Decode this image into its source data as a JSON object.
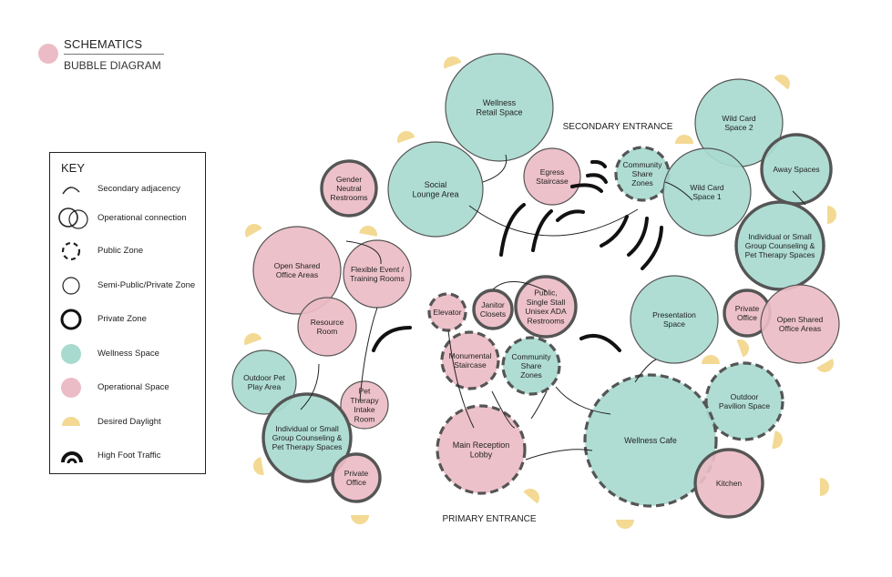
{
  "header": {
    "title": "SCHEMATICS",
    "subtitle": "BUBBLE DIAGRAM"
  },
  "key": {
    "title": "KEY",
    "items": [
      {
        "id": "secondary-adjacency",
        "label": "Secondary adjacency"
      },
      {
        "id": "operational-connection",
        "label": "Operational connection"
      },
      {
        "id": "public-zone",
        "label": "Public Zone"
      },
      {
        "id": "semi-public-zone",
        "label": "Semi-Public/Private Zone"
      },
      {
        "id": "private-zone",
        "label": "Private Zone"
      },
      {
        "id": "wellness-space",
        "label": "Wellness Space"
      },
      {
        "id": "operational-space",
        "label": "Operational Space"
      },
      {
        "id": "desired-daylight",
        "label": "Desired Daylight"
      },
      {
        "id": "high-foot-traffic",
        "label": "High Foot Traffic"
      }
    ]
  },
  "colors": {
    "wellness": "#a8dacf",
    "operational": "#ecbcc6",
    "daylight": "#f3d993",
    "stroke": "#555555"
  },
  "entrances": {
    "secondary": "SECONDARY ENTRANCE",
    "primary": "PRIMARY ENTRANCE"
  },
  "spaces": [
    {
      "id": "wellness-retail",
      "lines": [
        "Wellness",
        "Retail Space"
      ],
      "type": "wellness",
      "zone": "semi"
    },
    {
      "id": "social-lounge",
      "lines": [
        "Social",
        "Lounge Area"
      ],
      "type": "wellness",
      "zone": "semi"
    },
    {
      "id": "gender-neutral",
      "lines": [
        "Gender",
        "Neutral",
        "Restrooms"
      ],
      "type": "operational",
      "zone": "private"
    },
    {
      "id": "egress-stair",
      "lines": [
        "Egress",
        "Staircase"
      ],
      "type": "operational",
      "zone": "semi"
    },
    {
      "id": "community-share-top",
      "lines": [
        "Community",
        "Share",
        "Zones"
      ],
      "type": "wellness",
      "zone": "public"
    },
    {
      "id": "wild-card-2",
      "lines": [
        "Wild Card",
        "Space 2"
      ],
      "type": "wellness",
      "zone": "semi"
    },
    {
      "id": "wild-card-1",
      "lines": [
        "Wild Card",
        "Space 1"
      ],
      "type": "wellness",
      "zone": "semi"
    },
    {
      "id": "away-spaces",
      "lines": [
        "Away Spaces"
      ],
      "type": "wellness",
      "zone": "private"
    },
    {
      "id": "counseling-right",
      "lines": [
        "Individual or Small",
        "Group Counseling &",
        "Pet Therapy Spaces"
      ],
      "type": "wellness",
      "zone": "private"
    },
    {
      "id": "open-office-left",
      "lines": [
        "Open Shared",
        "Office Areas"
      ],
      "type": "operational",
      "zone": "semi"
    },
    {
      "id": "flexible-event",
      "lines": [
        "Flexible Event /",
        "Training Rooms"
      ],
      "type": "operational",
      "zone": "semi"
    },
    {
      "id": "resource-room",
      "lines": [
        "Resource",
        "Room"
      ],
      "type": "operational",
      "zone": "semi"
    },
    {
      "id": "elevator",
      "lines": [
        "Elevator"
      ],
      "type": "operational",
      "zone": "public"
    },
    {
      "id": "janitor",
      "lines": [
        "Janitor",
        "Closets"
      ],
      "type": "operational",
      "zone": "private"
    },
    {
      "id": "public-restrooms",
      "lines": [
        "Public,",
        "Single Stall",
        "Unisex ADA",
        "Restrooms"
      ],
      "type": "operational",
      "zone": "private"
    },
    {
      "id": "presentation",
      "lines": [
        "Presentation",
        "Space"
      ],
      "type": "wellness",
      "zone": "semi"
    },
    {
      "id": "private-office-right",
      "lines": [
        "Private",
        "Office"
      ],
      "type": "operational",
      "zone": "private"
    },
    {
      "id": "open-office-right",
      "lines": [
        "Open Shared",
        "Office Areas"
      ],
      "type": "operational",
      "zone": "semi"
    },
    {
      "id": "outdoor-pet",
      "lines": [
        "Outdoor Pet",
        "Play Area"
      ],
      "type": "wellness",
      "zone": "semi"
    },
    {
      "id": "monumental-stair",
      "lines": [
        "Monumental",
        "Staircase"
      ],
      "type": "operational",
      "zone": "public"
    },
    {
      "id": "community-share-mid",
      "lines": [
        "Community",
        "Share",
        "Zones"
      ],
      "type": "wellness",
      "zone": "public"
    },
    {
      "id": "pet-therapy-intake",
      "lines": [
        "Pet",
        "Therapy",
        "Intake",
        "Room"
      ],
      "type": "operational",
      "zone": "semi"
    },
    {
      "id": "counseling-left",
      "lines": [
        "Individual or Small",
        "Group Counseling &",
        "Pet Therapy Spaces"
      ],
      "type": "wellness",
      "zone": "private"
    },
    {
      "id": "outdoor-pavilion",
      "lines": [
        "Outdoor",
        "Pavilion Space"
      ],
      "type": "wellness",
      "zone": "public"
    },
    {
      "id": "main-reception",
      "lines": [
        "Main Reception",
        "Lobby"
      ],
      "type": "operational",
      "zone": "public"
    },
    {
      "id": "wellness-cafe",
      "lines": [
        "Wellness Cafe"
      ],
      "type": "wellness",
      "zone": "public"
    },
    {
      "id": "private-office-left",
      "lines": [
        "Private",
        "Office"
      ],
      "type": "operational",
      "zone": "private"
    },
    {
      "id": "kitchen",
      "lines": [
        "Kitchen"
      ],
      "type": "operational",
      "zone": "private"
    }
  ]
}
